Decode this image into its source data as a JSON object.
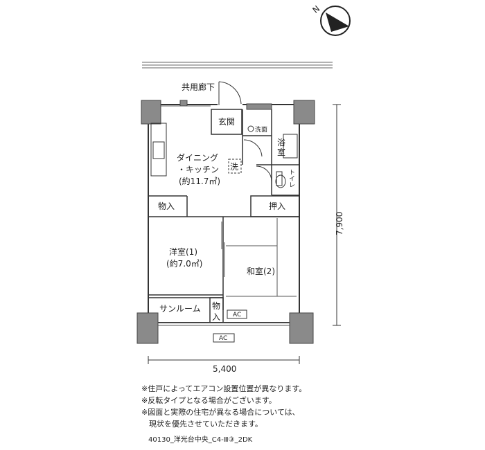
{
  "corridor_label": "共用廊下",
  "rooms": {
    "entrance": "玄関",
    "washroom": "洗面",
    "bath": "浴室",
    "toilet": "トイレ",
    "dk_line1": "ダイニング",
    "dk_line2": "・キッチン",
    "dk_area": "(約11.7㎡)",
    "washer": "洗",
    "storage1": "物入",
    "oshiire": "押入",
    "western_name": "洋室(1)",
    "western_area": "(約7.0㎡)",
    "japanese_name": "和室(2)",
    "sunroom": "サンルーム",
    "storage2": "物入",
    "ac_inner": "AC",
    "ac_outer": "AC"
  },
  "dimensions": {
    "width": "5,400",
    "depth": "7,900"
  },
  "notes": [
    "※住戸によってエアコン設置位置が異なります。",
    "※反転タイプとなる場合がございます。",
    "※図面と実際の住宅が異なる場合については、",
    "　現状を優先させていただきます。"
  ],
  "caption": "40130_洋光台中央_C4-Ⅲ③_2DK",
  "compass_label": "N"
}
